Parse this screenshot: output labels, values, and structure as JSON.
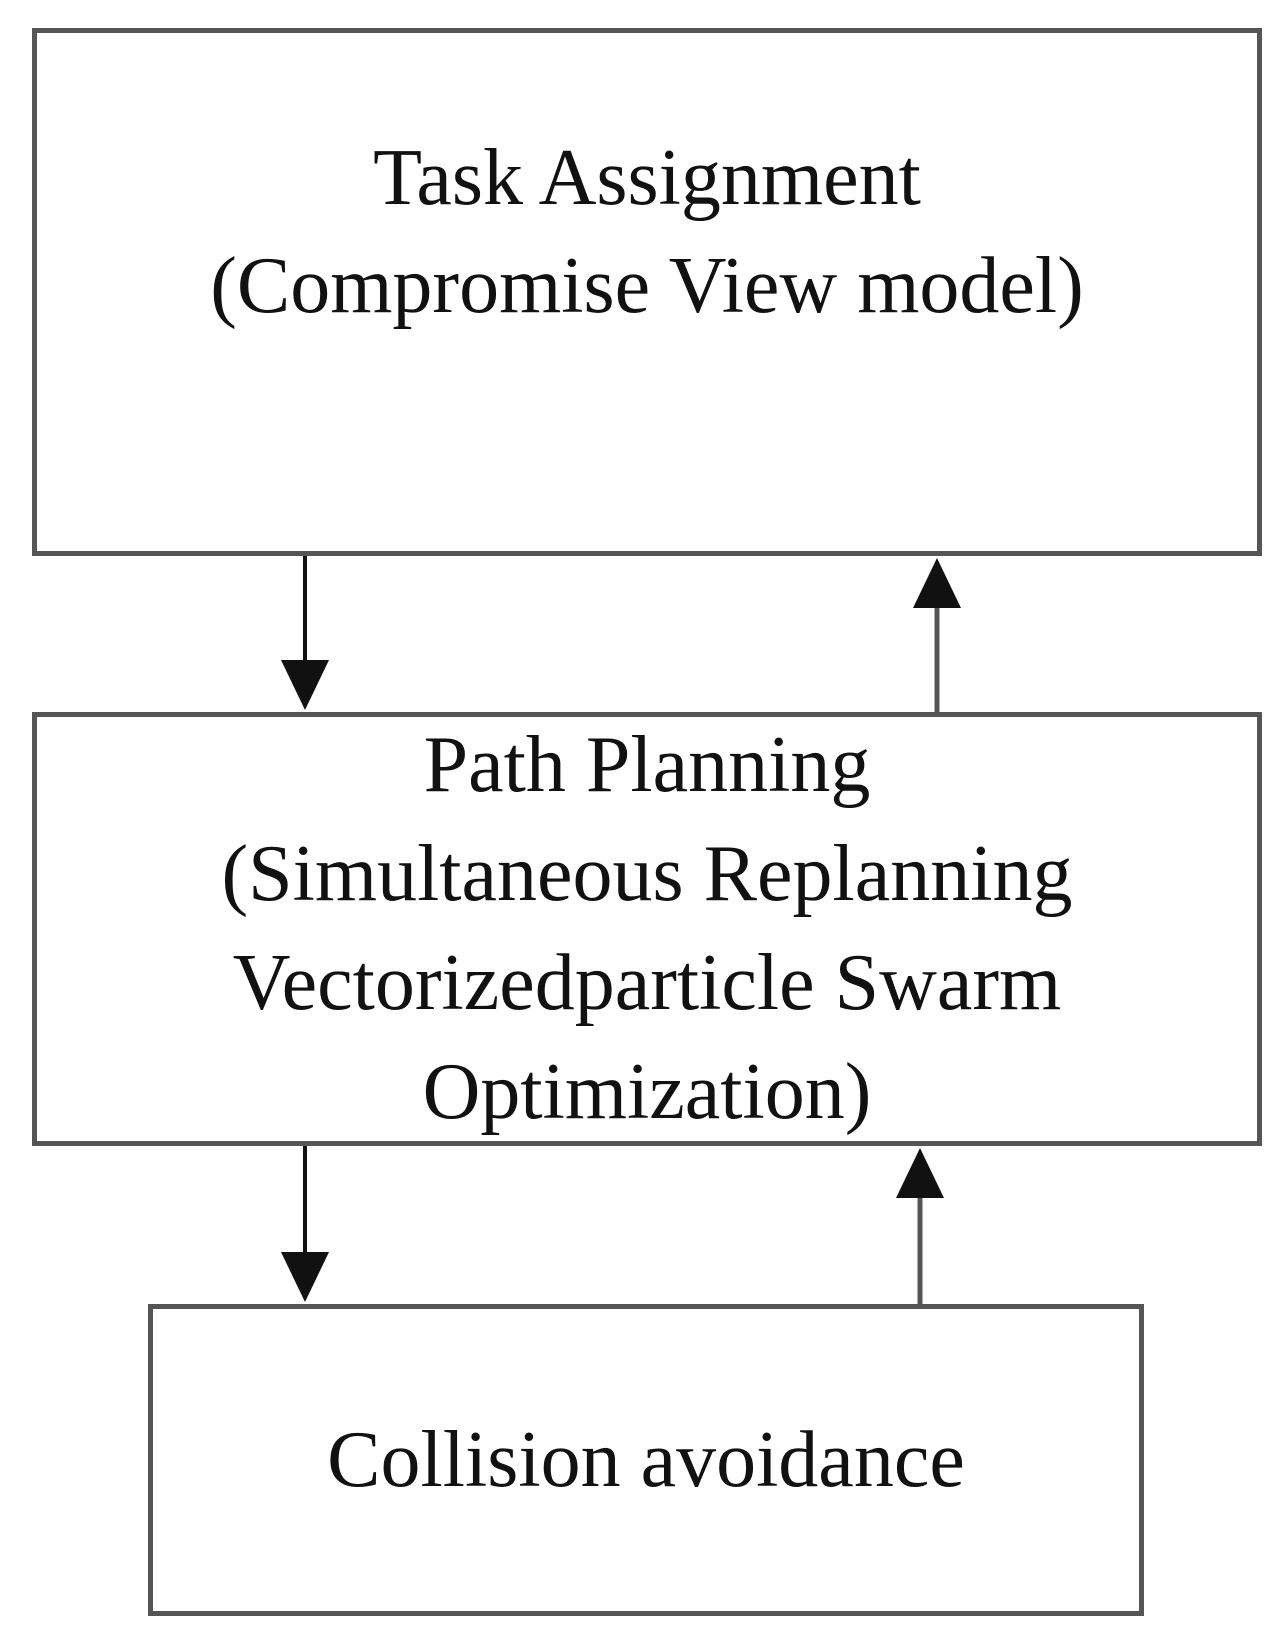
{
  "diagram": {
    "boxes": {
      "task_assignment": {
        "lines": [
          "Task Assignment",
          "(Compromise View model)"
        ]
      },
      "path_planning": {
        "lines": [
          "Path Planning",
          "(Simultaneous Replanning",
          "Vectorizedparticle Swarm",
          "Optimization)"
        ]
      },
      "collision_avoidance": {
        "lines": [
          "Collision avoidance"
        ]
      }
    },
    "colors": {
      "box_border": "#555555",
      "text": "#111111",
      "arrow_down": "#111111",
      "arrow_up": "#555555"
    },
    "connections": [
      {
        "from": "task_assignment",
        "to": "path_planning"
      },
      {
        "from": "path_planning",
        "to": "task_assignment"
      },
      {
        "from": "path_planning",
        "to": "collision_avoidance"
      },
      {
        "from": "collision_avoidance",
        "to": "path_planning"
      }
    ]
  }
}
